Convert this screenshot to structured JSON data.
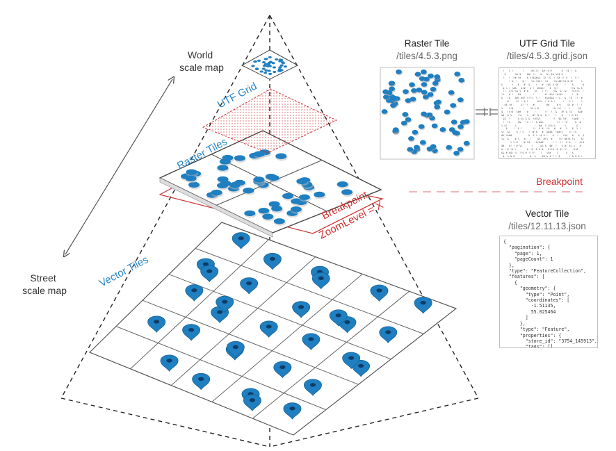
{
  "labels": {
    "world_scale": [
      "World",
      "scale map"
    ],
    "street_scale": [
      "Street",
      "scale map"
    ],
    "utf_grid": "UTF Grid",
    "raster_tiles": "Raster Tiles",
    "vector_tiles": "Vector Tiles",
    "breakpoint": "Breakpoint",
    "zoom_level": "ZoomLevel = X",
    "breakpoint_legend": "Breakpoint"
  },
  "panels": {
    "raster": {
      "title": "Raster Tile",
      "path": "/tiles/4.5.3.png"
    },
    "utf": {
      "title": "UTF Grid Tile",
      "path": "/tiles/4.5.3.grid.json"
    },
    "vector": {
      "title": "Vector Tile",
      "path": "/tiles/12.11.13.json"
    }
  },
  "vector_json_lines": [
    "{",
    "  \"pagination\": {",
    "    \"page\": 1,",
    "    \"pageCount\": 1",
    "  },",
    "  \"type\": \"FeatureCollection\",",
    "  \"features\": [",
    "    {",
    "      \"geometry\": {",
    "        \"type\": \"Point\",",
    "        \"coordinates\": [",
    "          -1.51135,",
    "          55.025464",
    "        ]",
    "      },",
    "      \"type\": \"Feature\",",
    "      \"properties\": {",
    "        \"store_id\": \"3754_145913\",",
    "        \"tags\": [],"
  ],
  "colors": {
    "accent_blue": "#2a86c8",
    "pin_blue": "#1f7fc0",
    "breakpoint_red": "#cc3333",
    "grid_line": "#555555"
  }
}
